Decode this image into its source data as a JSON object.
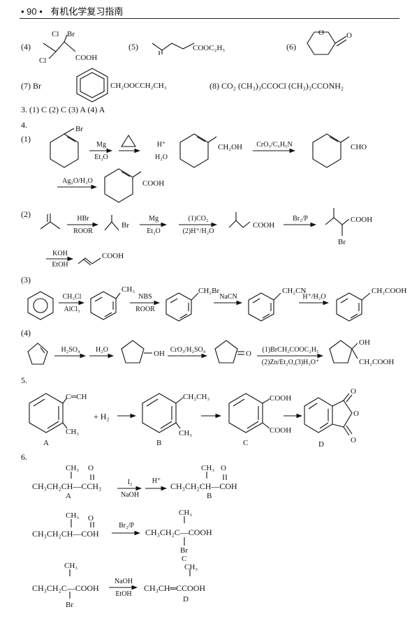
{
  "header": {
    "page_number": "• 90 •",
    "book_title": "有机化学复习指南"
  },
  "p1": {
    "n4": "(4)",
    "n4_cl1": "Cl",
    "n4_br": "Br",
    "n4_cl2": "Cl",
    "n4_cooh": "COOH",
    "n5": "(5)",
    "n5_ester": "COOC₂H₅",
    "n6": "(6)",
    "n6_o1": "O",
    "n6_o2": "O",
    "n7": "(7) Br",
    "n7_sub": "CH₂OOCCH₂CH₃",
    "n8": "(8) CO₂   (CH₃)₃CCOCl   (CH₃)₃CCONH₂"
  },
  "answers3": "3. (1) C   (2) C   (3) A   (4) A",
  "s4": {
    "title": "4.",
    "r1": {
      "label": "(1)",
      "br": "Br",
      "a1_top": "Mg",
      "a1_bot": "Et₂O",
      "a2_top": "H⁺",
      "a2_bot": "H₂O",
      "ch2oh": "CH₂OH",
      "a3_top": "CrO₃/C₅H₅N",
      "cho": "CHO",
      "a4_top": "Ag₂O/H₂O",
      "cooh": "COOH"
    },
    "r2": {
      "label": "(2)",
      "a1_top": "HBr",
      "a1_bot": "ROOR",
      "br": "Br",
      "a2_top": "Mg",
      "a2_bot": "Et₂O",
      "a3_top": "(1)CO₂",
      "a3_bot": "(2)H⁺/H₂O",
      "cooh": "COOH",
      "a4_top": "Br₂/P",
      "cooh2": "COOH",
      "br2": "Br",
      "a5_top": "KOH",
      "a5_bot": "EtOH",
      "cooh3": "COOH"
    },
    "r3": {
      "label": "(3)",
      "a1_top": "CH₃Cl",
      "a1_bot": "AlCl₃",
      "ch3": "CH₃",
      "a2_top": "NBS",
      "a2_bot": "ROOR",
      "ch2br": "CH₂Br",
      "a3_top": "NaCN",
      "ch2cn": "CH₂CN",
      "a4_top": "H⁺/H₂O",
      "ch2cooh": "CH₂COOH"
    },
    "r4": {
      "label": "(4)",
      "a1_top": "H₂SO₄",
      "a2_top": "H₂O",
      "oh": "OH",
      "a3_top": "CrO₃/H₂SO₄",
      "o": "O",
      "a4_top": "(1)BrCH₂COOC₂H₅",
      "a4_bot": "(2)Zn/Et₂O,(3)H₃O⁺",
      "oh2": "OH",
      "ch2cooh": "CH₂COOH"
    }
  },
  "s5": {
    "title": "5.",
    "a_vinyl": "C═CH",
    "a_ch3": "CH₃",
    "a_label": "A",
    "plus_h2": "+ H₂",
    "b_et": "CH₂CH₃",
    "b_ch3": "CH₃",
    "b_label": "B",
    "c_cooh1": "COOH",
    "c_cooh2": "COOH",
    "c_label": "C",
    "d_o1": "O",
    "d_o2": "O",
    "d_o3": "O",
    "d_label": "D"
  },
  "s6": {
    "title": "6.",
    "l1_ch3": "CH₃",
    "l1_o": "O",
    "l1_main": "CH₃CH₂CH—CCH₃",
    "l1_a": "A",
    "l1_ar_top": "I₂",
    "l1_ar_bot": "NaOH",
    "l1_ar2_top": "H⁺",
    "l1_p_ch3": "CH₃",
    "l1_p_o": "O",
    "l1_p_main": "CH₃CH₂CH—COH",
    "l1_b": "B",
    "l2_ch3": "CH₃",
    "l2_o": "O",
    "l2_main": "CH₃CH₂CH—COH",
    "l2_ar_top": "Br₂/P",
    "l2_p_ch3": "CH₃",
    "l2_p_main": "CH₃CH₂C—COOH",
    "l2_p_br": "Br",
    "l2_c": "C",
    "l3_ch3": "CH₃",
    "l3_main": "CH₃CH₂C—COOH",
    "l3_br": "Br",
    "l3_ar_top": "NaOH",
    "l3_ar_bot": "EtOH",
    "l3_p_ch3": "CH₃",
    "l3_p_main": "CH₃CH═CCOOH",
    "l3_d": "D"
  }
}
